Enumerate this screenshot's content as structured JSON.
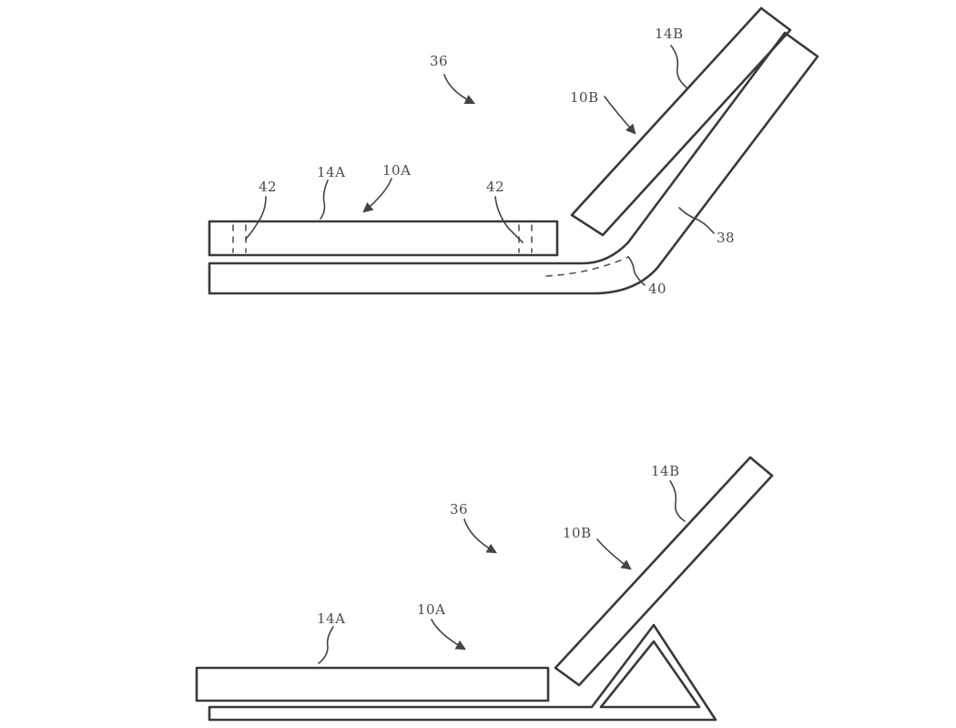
{
  "figure": {
    "top_view": {
      "labels": {
        "system": "36",
        "device_a": "10A",
        "device_b": "10B",
        "display_a": "14A",
        "display_b": "14B",
        "magnet_left": "42",
        "magnet_right": "42",
        "cover": "38",
        "hinge": "40"
      }
    },
    "bottom_view": {
      "labels": {
        "system": "36",
        "device_a": "10A",
        "device_b": "10B",
        "display_a": "14A",
        "display_b": "14B"
      }
    }
  },
  "colors": {
    "line": "#3a3a3a",
    "background": "#ffffff"
  }
}
